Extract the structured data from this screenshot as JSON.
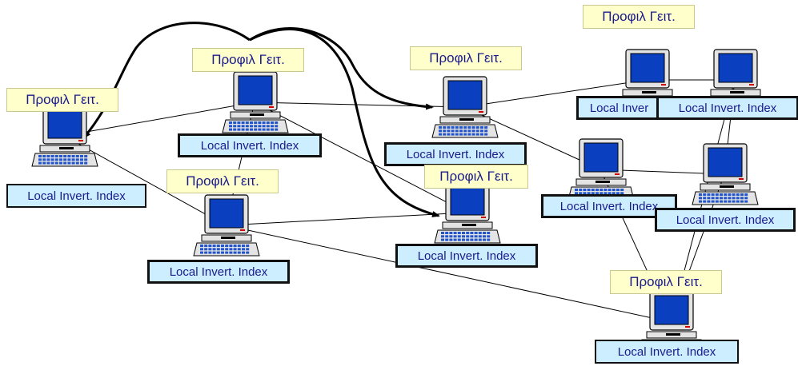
{
  "colors": {
    "label_bg": "#ffffcc",
    "index_bg": "#cceeff",
    "text": "#1a1a8c",
    "screen": "#0a3fbf",
    "monitor": "#e4e4e4",
    "line": "#000000"
  },
  "nodes": [
    {
      "id": "n1",
      "profile_label": "Προφιλ Γειτ.",
      "index_label": "Local Invert. Index"
    },
    {
      "id": "n2",
      "profile_label": "Προφιλ Γειτ.",
      "index_label": "Local Invert. Index"
    },
    {
      "id": "n3",
      "profile_label": "Προφιλ Γειτ.",
      "index_label": "Local Invert. Index"
    },
    {
      "id": "n4",
      "profile_label": "Προφιλ Γειτ.",
      "index_label": "Local Invert. Index"
    },
    {
      "id": "n5",
      "profile_label": "Προφιλ Γειτ.",
      "index_label": "Local Invert. Index"
    },
    {
      "id": "n6",
      "profile_label": "Προφιλ Γειτ.",
      "index_label": "Local Inver"
    },
    {
      "id": "n7",
      "profile_label": "",
      "index_label": "Local Invert. Index"
    },
    {
      "id": "n8",
      "profile_label": "",
      "index_label": "Local Invert. Index"
    },
    {
      "id": "n9",
      "profile_label": "",
      "index_label": "Local Invert. Index"
    },
    {
      "id": "n10",
      "profile_label": "Προφιλ Γειτ.",
      "index_label": "Local Invert. Index"
    }
  ],
  "links": [
    [
      "n1",
      "n2"
    ],
    [
      "n1",
      "n3"
    ],
    [
      "n2",
      "n3"
    ],
    [
      "n2",
      "n4"
    ],
    [
      "n2",
      "n5"
    ],
    [
      "n3",
      "n5"
    ],
    [
      "n3",
      "n10"
    ],
    [
      "n4",
      "n6"
    ],
    [
      "n4",
      "n8"
    ],
    [
      "n6",
      "n7"
    ],
    [
      "n7",
      "n9"
    ],
    [
      "n7",
      "n10"
    ],
    [
      "n8",
      "n9"
    ],
    [
      "n8",
      "n10"
    ],
    [
      "n9",
      "n10"
    ]
  ],
  "arrows": [
    [
      "n2",
      "n1"
    ],
    [
      "n2",
      "n4"
    ],
    [
      "n2",
      "n5"
    ]
  ]
}
